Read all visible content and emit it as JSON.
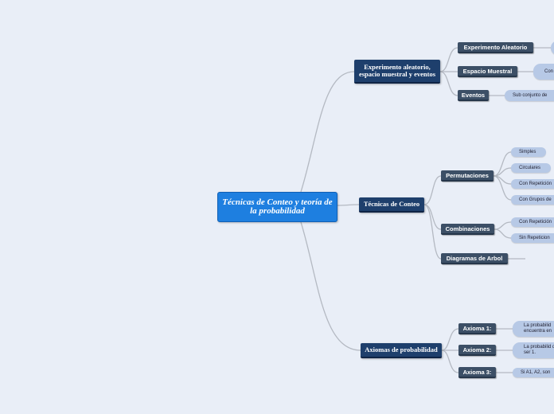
{
  "root": {
    "title": "Técnicas de Conteo y teoría de la probabilidad"
  },
  "branches": [
    {
      "label": "Experimento aleatorio, espacio muestral y eventos",
      "children": [
        {
          "label": "Experimento Aleatorio",
          "leaves": [
            ""
          ]
        },
        {
          "label": "Espacio Muestral",
          "leaves": [
            "Con aleat"
          ]
        },
        {
          "label": "Eventos",
          "leaves": [
            "Sub conjunto de"
          ]
        }
      ]
    },
    {
      "label": "Técnicas de Conteo",
      "children": [
        {
          "label": "Permutaciones",
          "leaves": [
            "Simples",
            "Circulares",
            "Con Repetición",
            "Con Grupos de"
          ]
        },
        {
          "label": "Combinaciones",
          "leaves": [
            "Con Repetición",
            "Sin Repeticion"
          ]
        },
        {
          "label": "Diagramas de Arbol",
          "leaves": []
        }
      ]
    },
    {
      "label": "Axiomas de probabilidad",
      "children": [
        {
          "label": "Axioma 1:",
          "leaves": [
            "La probabilid encuentra en"
          ]
        },
        {
          "label": "Axioma 2:",
          "leaves": [
            "La probabilid de ser 1."
          ]
        },
        {
          "label": "Axioma 3:",
          "leaves": [
            "Si A1, A2, son"
          ]
        }
      ]
    }
  ]
}
